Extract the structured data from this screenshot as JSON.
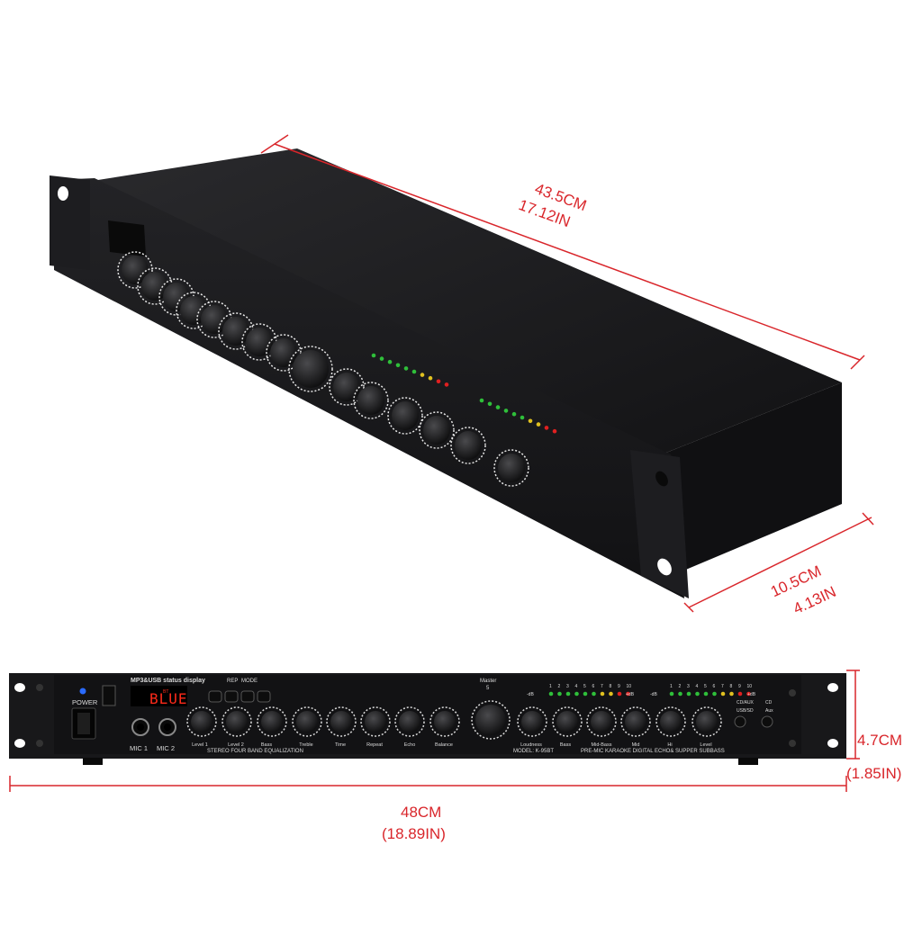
{
  "dimensions": {
    "length_cm": "43.5CM",
    "length_in": "17.12IN",
    "depth_cm": "10.5CM",
    "depth_in": "4.13IN",
    "height_cm": "4.7CM",
    "height_in": "(1.85IN)",
    "width_cm": "48CM",
    "width_in": "(18.89IN)"
  },
  "front_panel": {
    "power_label": "POWER",
    "mp3_label": "MP3&USB status display",
    "display_text": "BLUE",
    "display_bt": "BT",
    "transport_labels": [
      "REP",
      "MODE"
    ],
    "mic_labels": [
      "MIC 1",
      "MIC 2"
    ],
    "knob_labels": [
      "Level 1",
      "Level 2",
      "Bass",
      "Treble",
      "Time",
      "Repeat",
      "Echo",
      "Balance",
      "Loudness",
      "Bass",
      "Mid-Bass",
      "Mid",
      "Hi",
      "Level"
    ],
    "master_label": "Master",
    "master_value": "5",
    "section_left": "STEREO FOUR BAND EQUALIZATION",
    "model": "MODEL: K-95BT",
    "section_right": "PRE-MIC KARAOKE DIGITAL ECHO& SUPPER SUBBASS",
    "meter_numbers": [
      "1",
      "2",
      "3",
      "4",
      "5",
      "6",
      "7",
      "8",
      "9",
      "10"
    ],
    "meter_minus": "-dB",
    "meter_plus": "+dB",
    "input_labels": [
      "CD/AUX",
      "USB/SD",
      "CD",
      "Aux"
    ]
  },
  "colors": {
    "dimension_red": "#d9262b",
    "chassis": "#1b1b1d",
    "panel": "#151517",
    "display_red": "#ff2a1a",
    "power_led": "#2a6bff"
  }
}
